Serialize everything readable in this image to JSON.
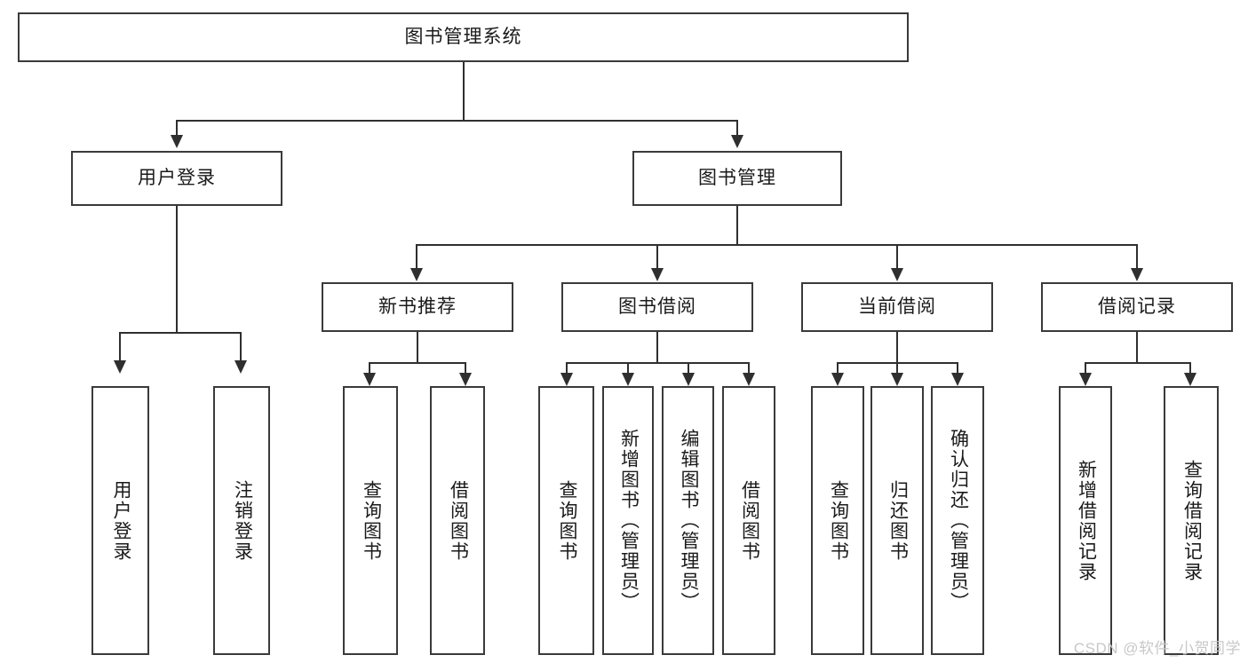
{
  "diagram": {
    "title_node": {
      "label": "图书管理系统"
    },
    "level2": [
      {
        "id": "user-login",
        "label": "用户登录"
      },
      {
        "id": "book-management",
        "label": "图书管理"
      }
    ],
    "level3": [
      {
        "id": "new-book-recommend",
        "label": "新书推荐"
      },
      {
        "id": "book-borrow",
        "label": "图书借阅"
      },
      {
        "id": "current-borrow",
        "label": "当前借阅"
      },
      {
        "id": "borrow-record",
        "label": "借阅记录"
      }
    ],
    "leaves": {
      "user_login": [
        {
          "id": "leaf-user-login",
          "label": "用户登录"
        },
        {
          "id": "leaf-logout-login",
          "label": "注销登录"
        }
      ],
      "new_book_recommend": [
        {
          "id": "leaf-query-book-1",
          "label": "查询图书"
        },
        {
          "id": "leaf-borrow-book-1",
          "label": "借阅图书"
        }
      ],
      "book_borrow": [
        {
          "id": "leaf-query-book-2",
          "label": "查询图书"
        },
        {
          "id": "leaf-add-book",
          "label": "新增图书（管理员）"
        },
        {
          "id": "leaf-edit-book",
          "label": "编辑图书（管理员）"
        },
        {
          "id": "leaf-borrow-book-2",
          "label": "借阅图书"
        }
      ],
      "current_borrow": [
        {
          "id": "leaf-query-book-3",
          "label": "查询图书"
        },
        {
          "id": "leaf-return-book",
          "label": "归还图书"
        },
        {
          "id": "leaf-confirm-return",
          "label": "确认归还（管理员）"
        }
      ],
      "borrow_record": [
        {
          "id": "leaf-add-record",
          "label": "新增借阅记录"
        },
        {
          "id": "leaf-query-record",
          "label": "查询借阅记录"
        }
      ]
    }
  },
  "watermark": {
    "text": "CSDN @软件_小贺同学"
  },
  "colors": {
    "box_border": "#3a3a3a",
    "line": "#2f2f2f",
    "text": "#1a1a1a",
    "background": "#ffffff",
    "watermark": "#c8c8c8"
  }
}
